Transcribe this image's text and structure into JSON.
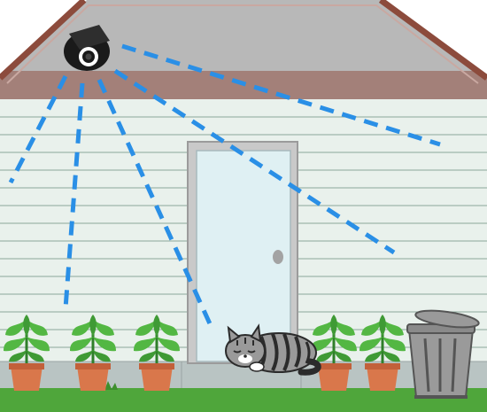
{
  "scene": {
    "colors": {
      "roof_gable": "#b8b8b8",
      "roof_edge": "#8c4b3c",
      "eave_band": "#a38079",
      "siding": "#e9f1ec",
      "siding_line": "#8aa69a",
      "door_frame": "#c9c9c9",
      "door_glass": "#dff0f3",
      "doorknob": "#a3a3a3",
      "foundation": "#b9c4c3",
      "grass": "#4fa63b",
      "camera_beam": "#2a8fe6",
      "camera_body": "#1a1a1a",
      "plant_leaf": "#53b743",
      "plant_leaf_dark": "#2f7f2a",
      "pot": "#d9774b",
      "pot_rim": "#c2603a",
      "cat_fur": "#9a9a9a",
      "cat_stripe": "#2b2b2b",
      "trash_can": "#9a9a9a",
      "trash_can_dark": "#555555"
    },
    "icons": {
      "camera": "security-camera-icon",
      "cat": "sleeping-cat-icon",
      "plant": "potted-plant-icon",
      "trash": "trash-can-icon",
      "door": "door-icon"
    },
    "plants": [
      {
        "id": "plant-1"
      },
      {
        "id": "plant-2"
      },
      {
        "id": "plant-3"
      },
      {
        "id": "plant-4"
      },
      {
        "id": "plant-5"
      }
    ]
  }
}
